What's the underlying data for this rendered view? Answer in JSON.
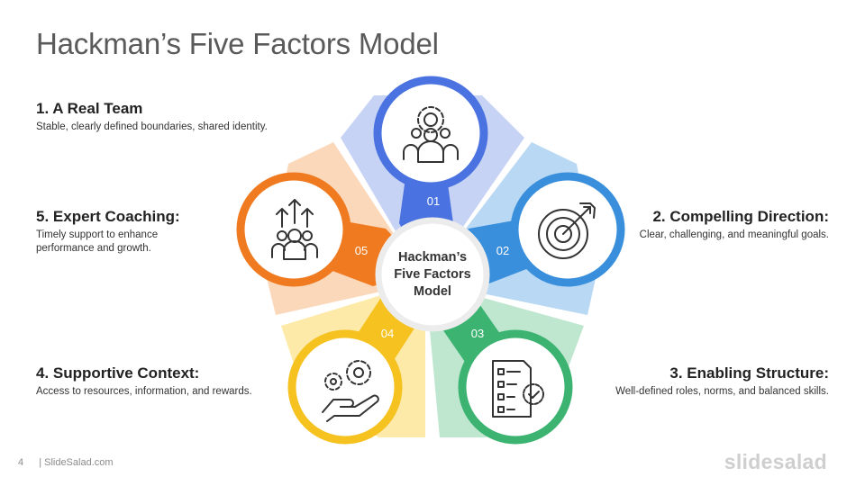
{
  "title": "Hackman’s Five Factors Model",
  "center_label": [
    "Hackman’s",
    "Five Factors",
    "Model"
  ],
  "factors": [
    {
      "number": "01",
      "heading": "1. A Real Team",
      "desc": "Stable, clearly defined boundaries, shared identity.",
      "icon": "team-gear-icon",
      "color": "#4a72e0"
    },
    {
      "number": "02",
      "heading": "2. Compelling Direction:",
      "desc": "Clear, challenging, and meaningful goals.",
      "icon": "target-icon",
      "color": "#3a8fdc"
    },
    {
      "number": "03",
      "heading": "3. Enabling Structure:",
      "desc": "Well-defined roles, norms, and balanced skills.",
      "icon": "checklist-icon",
      "color": "#3cb371"
    },
    {
      "number": "04",
      "heading": "4. Supportive Context:",
      "desc": "Access to resources, information, and rewards.",
      "icon": "hand-gears-icon",
      "color": "#f5c220"
    },
    {
      "number": "05",
      "heading": "5. Expert Coaching:",
      "desc": "Timely support to enhance performance and growth.",
      "icon": "growth-people-icon",
      "color": "#ef7a1f"
    }
  ],
  "footer": {
    "page": "4",
    "source": "| SlideSalad.com"
  },
  "brand": "slidesalad"
}
